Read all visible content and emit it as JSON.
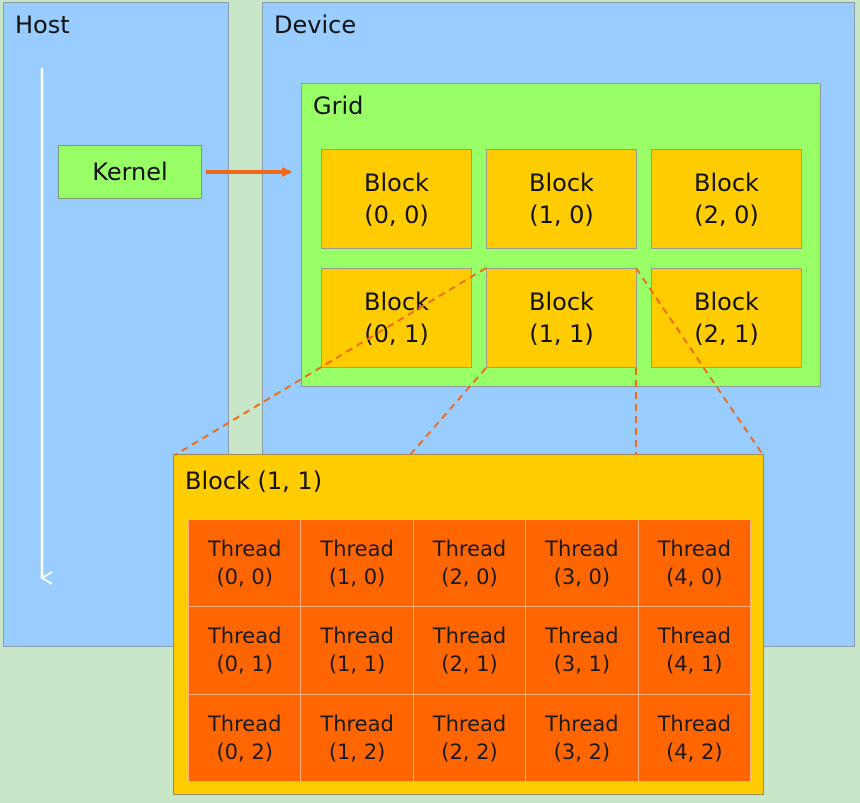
{
  "host": {
    "title": "Host"
  },
  "device": {
    "title": "Device"
  },
  "kernel": {
    "label": "Kernel"
  },
  "grid": {
    "title": "Grid",
    "blocks": [
      {
        "label": "Block",
        "coord": "(0, 0)"
      },
      {
        "label": "Block",
        "coord": "(1, 0)"
      },
      {
        "label": "Block",
        "coord": "(2, 0)"
      },
      {
        "label": "Block",
        "coord": "(0, 1)"
      },
      {
        "label": "Block",
        "coord": "(1, 1)"
      },
      {
        "label": "Block",
        "coord": "(2, 1)"
      }
    ]
  },
  "zoom_block": {
    "title": "Block (1, 1)",
    "threads": [
      {
        "label": "Thread",
        "coord": "(0, 0)"
      },
      {
        "label": "Thread",
        "coord": "(1, 0)"
      },
      {
        "label": "Thread",
        "coord": "(2, 0)"
      },
      {
        "label": "Thread",
        "coord": "(3, 0)"
      },
      {
        "label": "Thread",
        "coord": "(4, 0)"
      },
      {
        "label": "Thread",
        "coord": "(0, 1)"
      },
      {
        "label": "Thread",
        "coord": "(1, 1)"
      },
      {
        "label": "Thread",
        "coord": "(2, 1)"
      },
      {
        "label": "Thread",
        "coord": "(3, 1)"
      },
      {
        "label": "Thread",
        "coord": "(4, 1)"
      },
      {
        "label": "Thread",
        "coord": "(0, 2)"
      },
      {
        "label": "Thread",
        "coord": "(1, 2)"
      },
      {
        "label": "Thread",
        "coord": "(2, 2)"
      },
      {
        "label": "Thread",
        "coord": "(3, 2)"
      },
      {
        "label": "Thread",
        "coord": "(4, 2)"
      }
    ]
  },
  "colors": {
    "background": "#c8e6c8",
    "host_device": "#99ccff",
    "grid": "#99ff66",
    "block": "#ffcc00",
    "thread": "#ff6600",
    "arrow": "#ee6a1a",
    "timeline": "#ffffff"
  }
}
